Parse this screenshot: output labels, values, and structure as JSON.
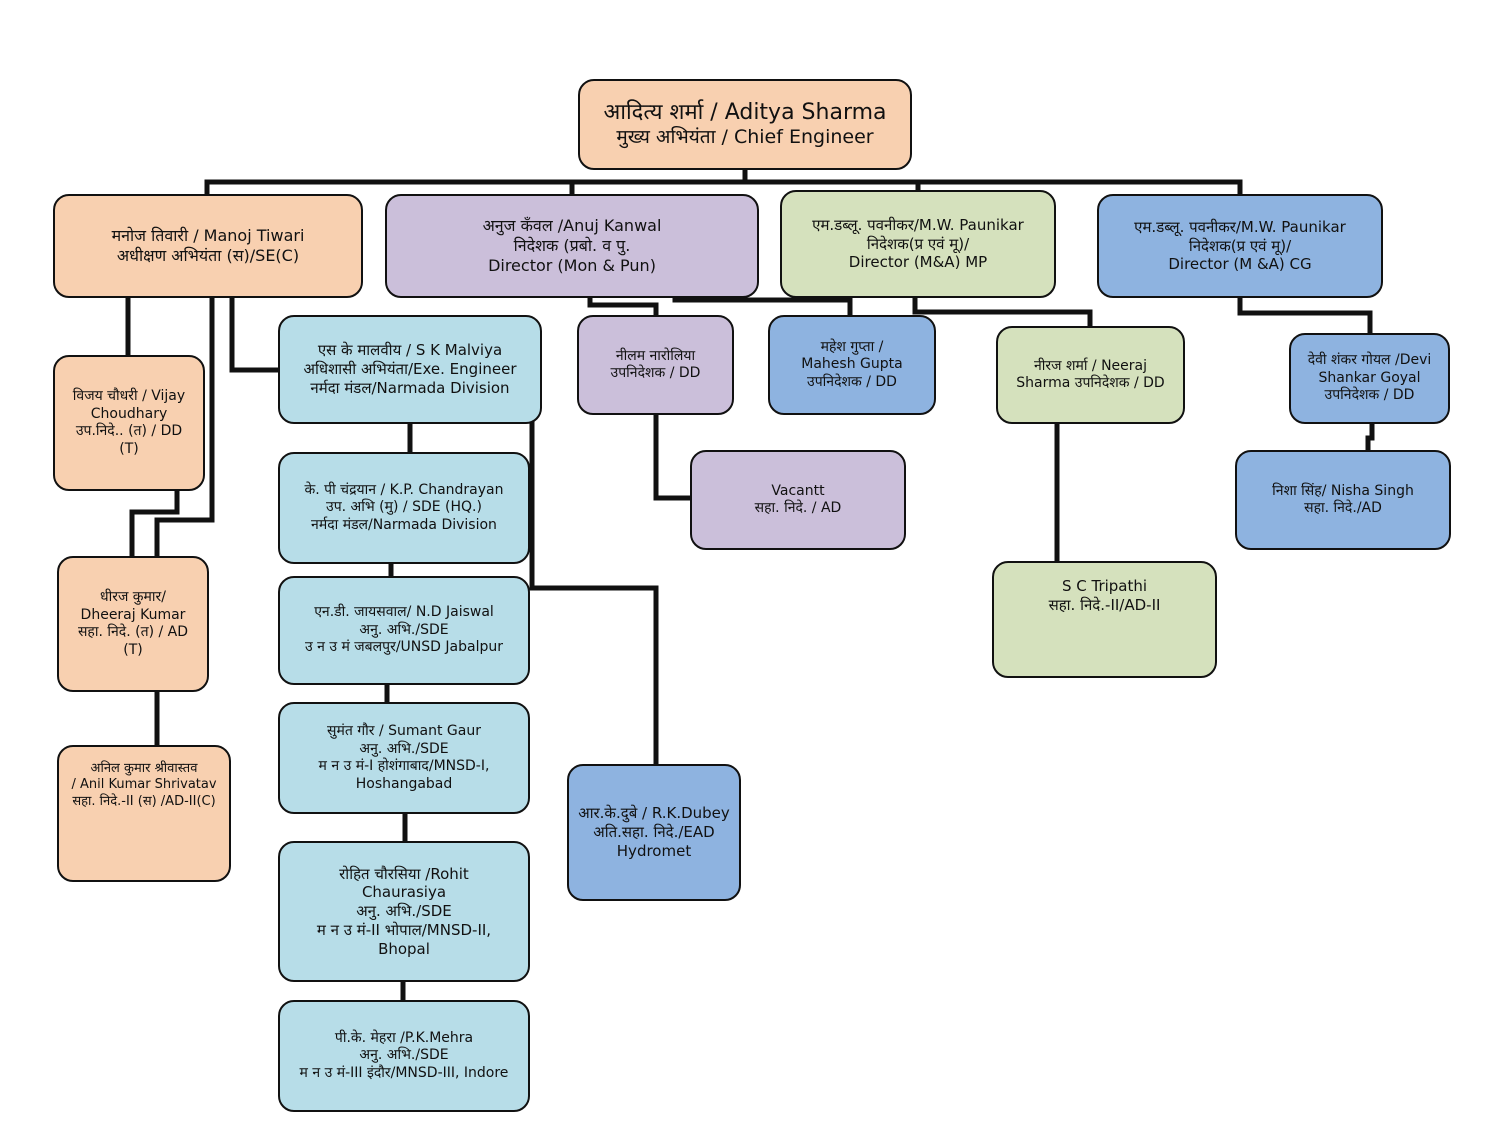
{
  "colors": {
    "peach": "#f8d0b0",
    "lilac": "#cbbfda",
    "sage": "#d5e1bd",
    "blue": "#8eb3e0",
    "cyan": "#b7dde8",
    "line": "#111111"
  },
  "nodes": {
    "chief": {
      "lines": [
        "आदित्य शर्मा / Aditya Sharma",
        "मुख्य अभियंता  / Chief Engineer"
      ]
    },
    "tiwari": {
      "lines": [
        "मनोज तिवारी / Manoj Tiwari",
        "अधीक्षण अभियंता (स)/SE(C)"
      ]
    },
    "kanwal": {
      "lines": [
        "अनुज कँवल /Anuj Kanwal",
        "निदेशक (प्रबो. व पु. ",
        "Director (Mon & Pun)"
      ]
    },
    "paunikar_mp": {
      "lines": [
        "एम.डब्लू. पवनीकर/M.W. Paunikar",
        "निदेशक(प्र एवं मू)/",
        "Director (M&A) MP"
      ]
    },
    "paunikar_cg": {
      "lines": [
        "एम.डब्लू. पवनीकर/M.W. Paunikar",
        "निदेशक(प्र एवं मू)/",
        "Director (M &A) CG"
      ]
    },
    "vijay": {
      "lines": [
        "विजय चौधरी / Vijay",
        "Choudhary",
        "उप.निदे.. (त) / DD",
        "(T)"
      ]
    },
    "malviya": {
      "lines": [
        "एस के मालवीय / S K Malviya",
        "अधिशासी अभियंता/Exe. Engineer",
        "नर्मदा मंडल/Narmada Division"
      ]
    },
    "neelam": {
      "lines": [
        "नीलम नारोलिया",
        "उपनिदेशक / DD"
      ]
    },
    "mahesh": {
      "lines": [
        "महेश गुप्ता /",
        "Mahesh Gupta",
        "उपनिदेशक / DD"
      ]
    },
    "neeraj": {
      "lines": [
        "नीरज शर्मा / Neeraj",
        "Sharma  उपनिदेशक / DD"
      ]
    },
    "devi": {
      "lines": [
        "देवी शंकर गोयल /Devi",
        "Shankar Goyal",
        "उपनिदेशक / DD"
      ]
    },
    "chandrayan": {
      "lines": [
        "के. पी चंद्रयान  / K.P. Chandrayan",
        "उप. अभि (मु) / SDE (HQ.)",
        "नर्मदा मंडल/Narmada Division"
      ]
    },
    "vacant": {
      "lines": [
        "Vacantt",
        "सहा. निदे. / AD"
      ]
    },
    "nisha": {
      "lines": [
        "निशा सिंह/ Nisha Singh",
        "सहा. निदे./AD"
      ]
    },
    "dheeraj": {
      "lines": [
        "धीरज कुमार/",
        "Dheeraj Kumar",
        "सहा. निदे. (त) / AD",
        "(T)"
      ]
    },
    "jaiswal": {
      "lines": [
        "एन.डी. जायसवाल/ N.D Jaiswal",
        "अनु. अभि./SDE",
        "उ न उ मं जबलपुर/UNSD Jabalpur"
      ]
    },
    "tripathi": {
      "lines": [
        "S C Tripathi",
        "सहा. निदे.-II/AD-II"
      ]
    },
    "gaur": {
      "lines": [
        "सुमंत गौर / Sumant Gaur",
        "अनु. अभि./SDE",
        "म न उ मं-I होशंगाबाद/MNSD-I,",
        "Hoshangabad"
      ]
    },
    "anil": {
      "lines": [
        "अनिल कुमार  श्रीवास्तव",
        "/ Anil  Kumar Shrivatav",
        "सहा. निदे.-II (स) /AD-II(C)"
      ]
    },
    "dubey": {
      "lines": [
        "आर.के.दुबे / R.K.Dubey",
        "अति.सहा. निदे./EAD",
        "Hydromet"
      ]
    },
    "chaurasiya": {
      "lines": [
        "रोहित  चौरसिया /Rohit",
        "Chaurasiya",
        "अनु. अभि./SDE",
        "म न उ मं-II भोपाल/MNSD-II,",
        "Bhopal"
      ]
    },
    "mehra": {
      "lines": [
        "पी.के. मेहरा /P.K.Mehra",
        "अनु. अभि./SDE",
        "म न उ मं-III इंदौर/MNSD-III, Indore"
      ]
    }
  }
}
